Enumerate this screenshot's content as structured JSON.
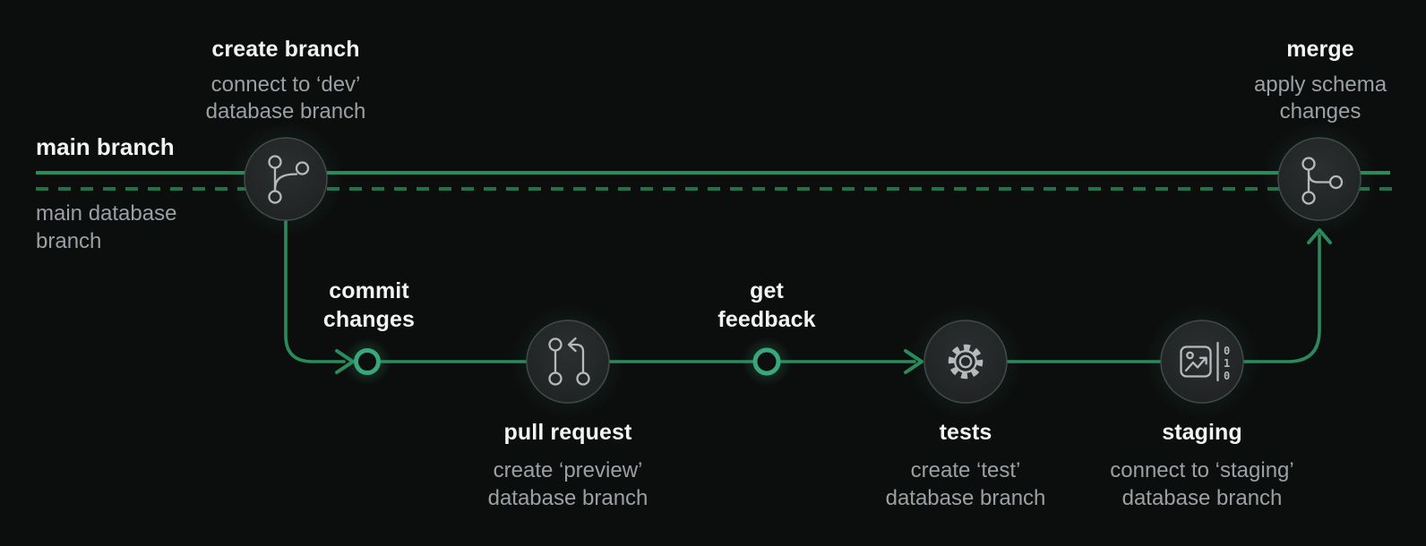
{
  "colors": {
    "background": "#0c0d0d",
    "line_green": "#2a8a5c",
    "line_green_dim": "#21714b",
    "ring_green": "#38a77c",
    "title_text": "#f2f3f3",
    "subtitle_text": "#9aa0a4",
    "icon_stroke": "#b7babc",
    "node_fill": "#232627",
    "node_border": "#45494b"
  },
  "lanes": {
    "main_branch": {
      "label": "main branch"
    },
    "main_database_branch": {
      "label_lines": [
        "main database",
        "branch"
      ]
    }
  },
  "icons": {
    "create_branch": "git-branch-icon",
    "pull_request": "git-pull-request-icon",
    "tests": "gear-icon",
    "staging": "image-to-binary-icon",
    "merge": "git-merge-icon",
    "commit_changes": "commit-ring-marker",
    "get_feedback": "feedback-ring-marker"
  },
  "steps": {
    "create_branch": {
      "title": "create branch",
      "subtitle_lines": [
        "connect to ‘dev’",
        "database branch"
      ]
    },
    "commit_changes": {
      "title_lines": [
        "commit",
        "changes"
      ]
    },
    "pull_request": {
      "title": "pull request",
      "subtitle_lines": [
        "create ‘preview’",
        "database branch"
      ]
    },
    "get_feedback": {
      "title_lines": [
        "get",
        "feedback"
      ]
    },
    "tests": {
      "title": "tests",
      "subtitle_lines": [
        "create ‘test’",
        "database branch"
      ]
    },
    "staging": {
      "title": "staging",
      "subtitle_lines": [
        "connect to ‘staging’",
        "database branch"
      ],
      "icon_bits": [
        "0",
        "1",
        "0"
      ]
    },
    "merge": {
      "title": "merge",
      "subtitle_lines": [
        "apply schema",
        "changes"
      ]
    }
  }
}
